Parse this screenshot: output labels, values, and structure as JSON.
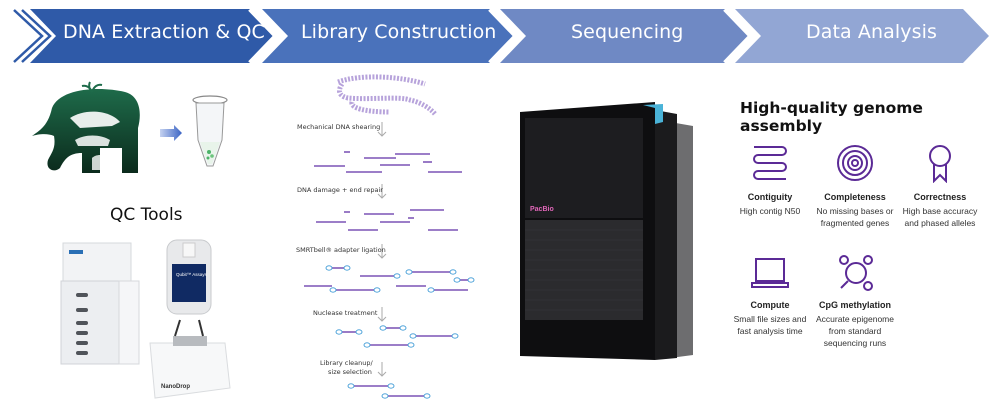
{
  "workflow": {
    "stages": [
      {
        "label": "DNA Extraction & QC",
        "color": "#2f5aa8"
      },
      {
        "label": "Library Construction",
        "color": "#4a72bb"
      },
      {
        "label": "Sequencing",
        "color": "#6f89c4"
      },
      {
        "label": "Data Analysis",
        "color": "#92a6d4"
      }
    ]
  },
  "extraction": {
    "qc_title": "QC Tools",
    "instrument_labels": {
      "qubit": "Qubit™ Assays",
      "nanodrop": "NanoDrop"
    }
  },
  "library": {
    "steps": [
      "Mechanical DNA shearing",
      "DNA damage + end repair",
      "SMRTbell® adapter ligation",
      "Nuclease treatment",
      "Library cleanup/",
      "size selection"
    ],
    "colors": {
      "strand": "#8e6cc0",
      "adapter": "#3d9ad6",
      "arrow": "#aaaaaa"
    }
  },
  "sequencing": {
    "brand": "PacBio",
    "accent": "#4ab3d8"
  },
  "analysis": {
    "title": "High-quality genome assembly",
    "icon_color": "#5b2a96",
    "features": [
      {
        "icon": "contiguity-icon",
        "name": "Contiguity",
        "desc": [
          "High contig N50"
        ]
      },
      {
        "icon": "completeness-icon",
        "name": "Completeness",
        "desc": [
          "No missing bases or",
          "fragmented genes"
        ]
      },
      {
        "icon": "correctness-icon",
        "name": "Correctness",
        "desc": [
          "High base accuracy",
          "and phased alleles"
        ]
      },
      {
        "icon": "compute-icon",
        "name": "Compute",
        "desc": [
          "Small file sizes and",
          "fast analysis time"
        ]
      },
      {
        "icon": "methylation-icon",
        "name": "CpG methylation",
        "desc": [
          "Accurate epigenome",
          "from standard",
          "sequencing runs"
        ]
      }
    ]
  }
}
